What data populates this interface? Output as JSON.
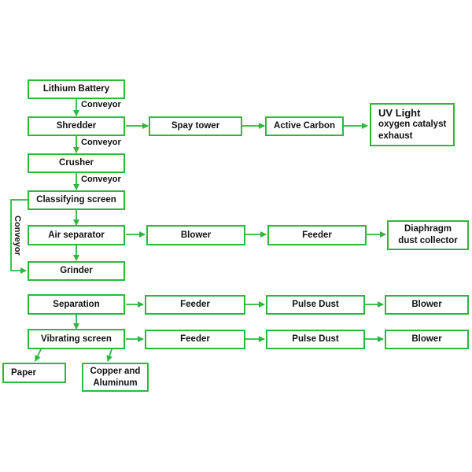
{
  "diagram": {
    "accent_color": "#2db83d",
    "nodes": {
      "lithium_battery": "Lithium Battery",
      "shredder": "Shredder",
      "spay_tower": "Spay tower",
      "active_carbon": "Active Carbon",
      "uv_light": [
        "UV Light",
        "oxygen catalyst",
        "exhaust"
      ],
      "crusher": "Crusher",
      "classifying_screen": "Classifying screen",
      "air_separator": "Air separator",
      "blower_1": "Blower",
      "feeder_1": "Feeder",
      "diaphragm": [
        "Diaphragm",
        "dust collector"
      ],
      "grinder": "Grinder",
      "separation": "Separation",
      "feeder_2": "Feeder",
      "pulse_dust_1": "Pulse Dust",
      "blower_2": "Blower",
      "vibrating_screen": "Vibrating screen",
      "feeder_3": "Feeder",
      "pulse_dust_2": "Pulse Dust",
      "blower_3": "Blower",
      "paper": "Paper",
      "copper_aluminum": [
        "Copper and",
        "Aluminum"
      ]
    },
    "edge_labels": {
      "conveyor_1": "Conveyor",
      "conveyor_2": "Conveyor",
      "conveyor_3": "Conveyor",
      "conveyor_side": "Conveyor"
    }
  }
}
